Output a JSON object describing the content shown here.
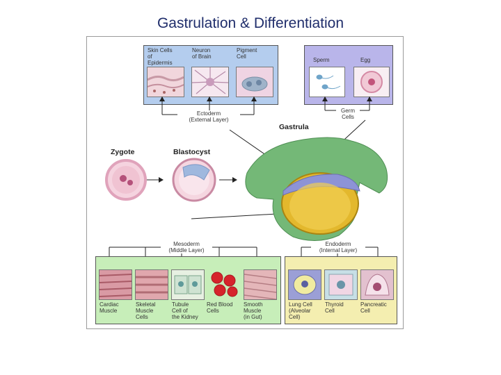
{
  "title": "Gastrulation & Differentiation",
  "ectoderm": {
    "label": "Ectoderm\n(External Layer)",
    "cells": [
      {
        "label": "Skin Cells\nof\nEpidermis"
      },
      {
        "label": "Neuron\nof Brain"
      },
      {
        "label": "Pigment\nCell"
      }
    ]
  },
  "germ": {
    "label": "Germ\nCells",
    "cells": [
      {
        "label": "Sperm"
      },
      {
        "label": "Egg"
      }
    ]
  },
  "stages": {
    "zygote": "Zygote",
    "blastocyst": "Blastocyst",
    "gastrula": "Gastrula"
  },
  "mesoderm": {
    "label": "Mesoderm\n(Middle Layer)",
    "cells": [
      {
        "label": "Cardiac\nMuscle"
      },
      {
        "label": "Skeletal\nMuscle\nCells"
      },
      {
        "label": "Tubule\nCell of\nthe Kidney"
      },
      {
        "label": "Red Blood\nCells"
      },
      {
        "label": "Smooth\nMuscle\n(in Gut)"
      }
    ]
  },
  "endoderm": {
    "label": "Endoderm\n(Internal Layer)",
    "cells": [
      {
        "label": "Lung Cell\n(Alveolar\nCell)"
      },
      {
        "label": "Thyroid\nCell"
      },
      {
        "label": "Pancreatic\nCell"
      }
    ]
  },
  "colors": {
    "ectoderm_panel": "#b4cdee",
    "germ_panel": "#b9b5ea",
    "mesoderm_panel": "#c7eeb9",
    "endoderm_panel": "#f4eeb0",
    "gastrula_outer": "#74b877",
    "gastrula_inner": "#e3b82d"
  }
}
